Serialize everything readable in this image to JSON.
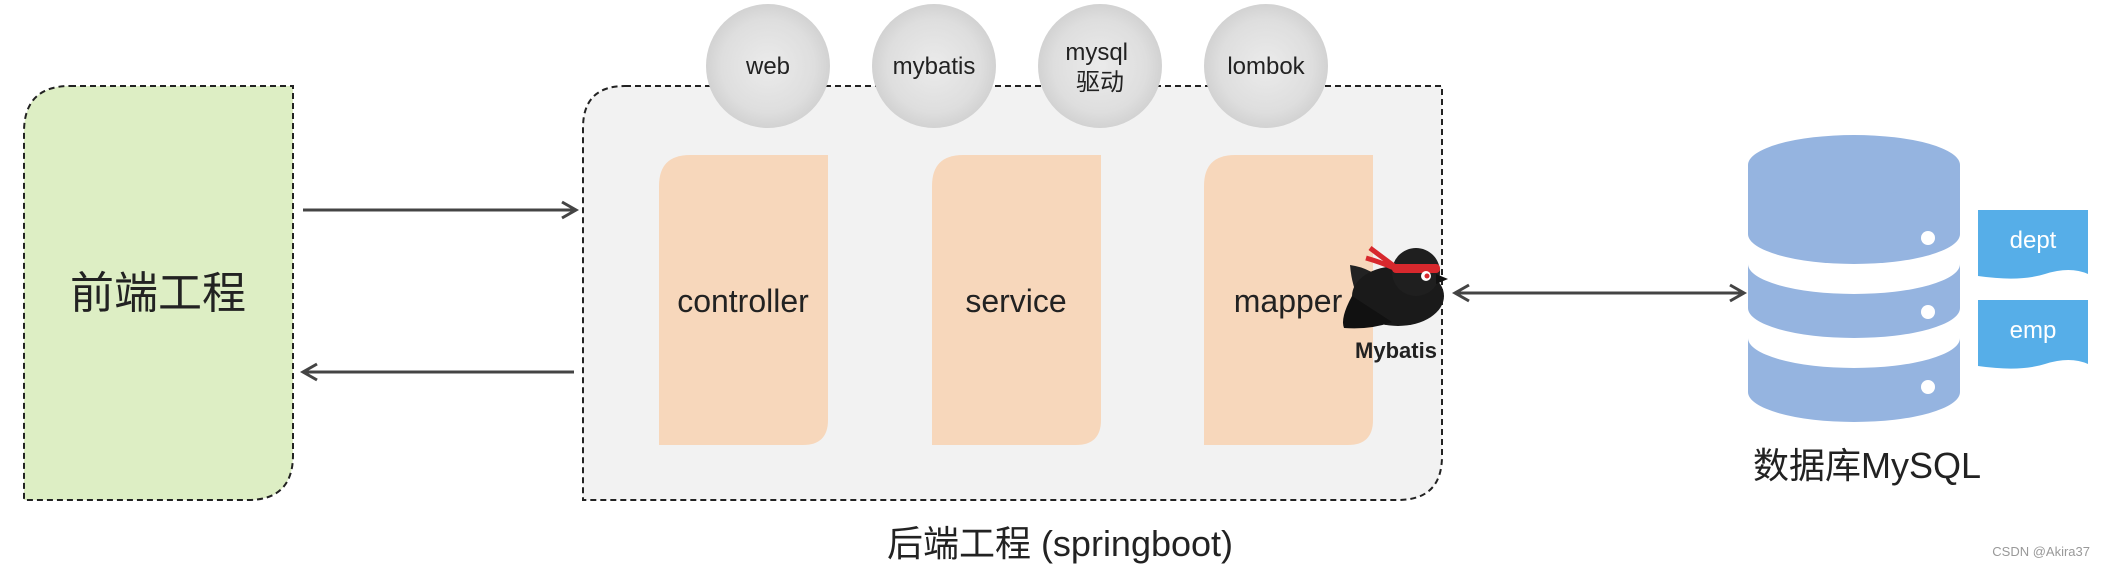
{
  "frontend": {
    "label": "前端工程"
  },
  "backend": {
    "label": "后端工程 (springboot)"
  },
  "dependencies": [
    {
      "label_lines": [
        "web"
      ]
    },
    {
      "label_lines": [
        "mybatis"
      ]
    },
    {
      "label_lines": [
        "mysql",
        "驱动"
      ]
    },
    {
      "label_lines": [
        "lombok"
      ]
    }
  ],
  "layers": [
    {
      "label": "controller"
    },
    {
      "label": "service"
    },
    {
      "label": "mapper"
    }
  ],
  "mybatis_logo": {
    "label": "Mybatis"
  },
  "database": {
    "label": "数据库MySQL",
    "tables": [
      "dept",
      "emp"
    ]
  },
  "watermark": "CSDN @Akira37",
  "colors": {
    "frontend_fill": "#ddeec4",
    "backend_fill": "#f2f2f2",
    "layer_fill": "#f7d7bb",
    "dependency_fill": "#dcdcdc",
    "database_fill": "#95b4e0",
    "table_tag_fill": "#56aee8",
    "arrow": "#444444"
  }
}
